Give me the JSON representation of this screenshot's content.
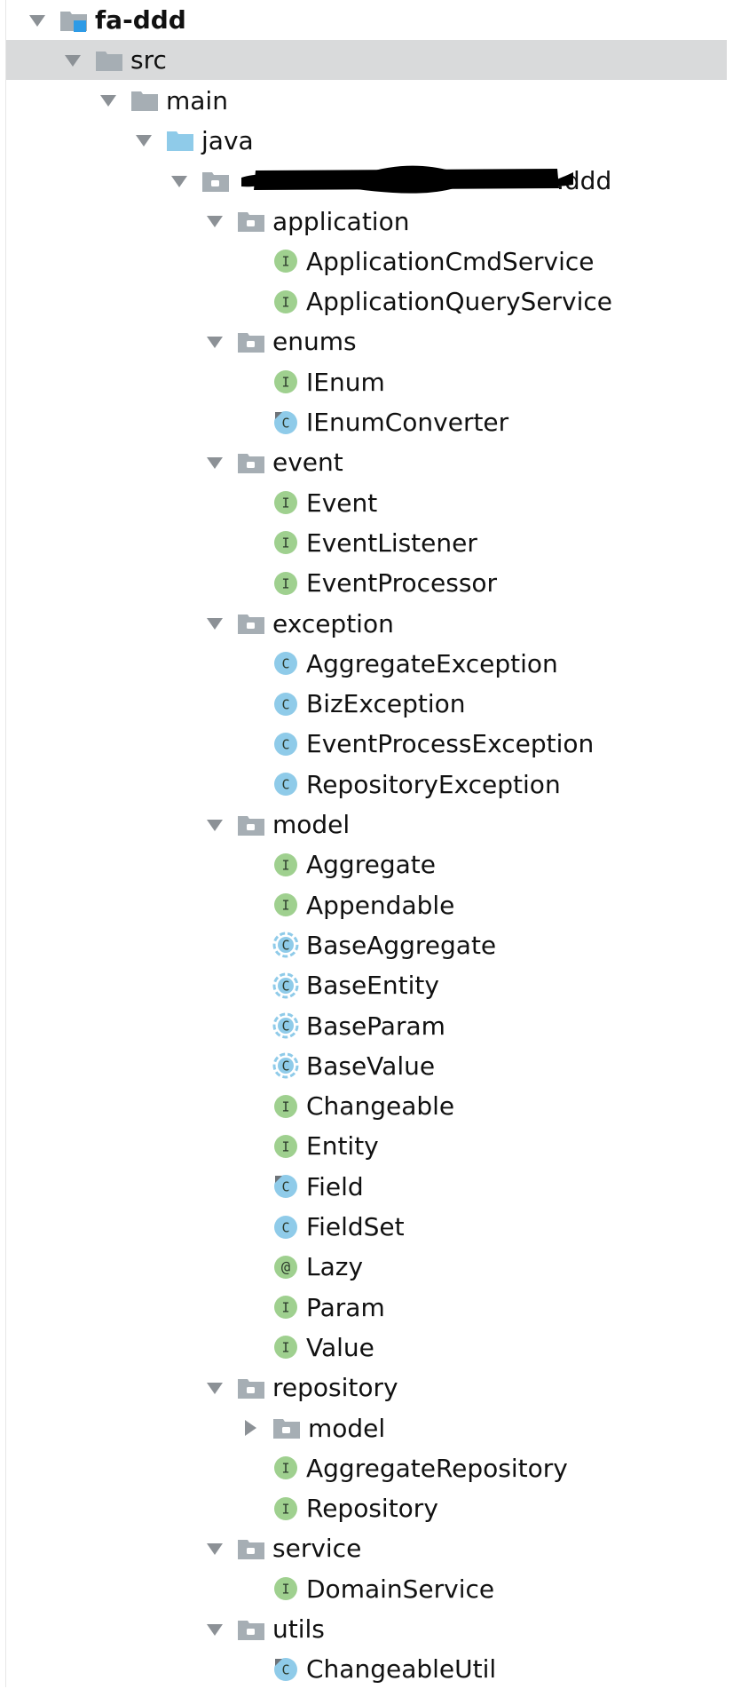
{
  "colors": {
    "selected_bg": "#d9dadb",
    "folder_gray": "#a6aeb4",
    "source_folder_blue": "#8fcbe9",
    "interface_green": "#9fd08f",
    "class_blue": "#8fcbe9",
    "module_square_blue": "#2e9be6",
    "arrow_gray": "#8c9196"
  },
  "tree": [
    {
      "label": "fa-ddd",
      "depth": 0,
      "kind": "module",
      "arrow": "down",
      "selected": false
    },
    {
      "label": "src",
      "depth": 1,
      "kind": "folder",
      "arrow": "down",
      "selected": true
    },
    {
      "label": "main",
      "depth": 2,
      "kind": "folder",
      "arrow": "down",
      "selected": false
    },
    {
      "label": "java",
      "depth": 3,
      "kind": "source-folder",
      "arrow": "down",
      "selected": false
    },
    {
      "label": ".ddd",
      "depth": 4,
      "kind": "package",
      "arrow": "down",
      "selected": false,
      "redacted": true
    },
    {
      "label": "application",
      "depth": 5,
      "kind": "package",
      "arrow": "down"
    },
    {
      "label": "ApplicationCmdService",
      "depth": 6,
      "kind": "interface"
    },
    {
      "label": "ApplicationQueryService",
      "depth": 6,
      "kind": "interface"
    },
    {
      "label": "enums",
      "depth": 5,
      "kind": "package",
      "arrow": "down"
    },
    {
      "label": "IEnum",
      "depth": 6,
      "kind": "interface"
    },
    {
      "label": "IEnumConverter",
      "depth": 6,
      "kind": "class-marked"
    },
    {
      "label": "event",
      "depth": 5,
      "kind": "package",
      "arrow": "down"
    },
    {
      "label": "Event",
      "depth": 6,
      "kind": "interface"
    },
    {
      "label": "EventListener",
      "depth": 6,
      "kind": "interface"
    },
    {
      "label": "EventProcessor",
      "depth": 6,
      "kind": "interface"
    },
    {
      "label": "exception",
      "depth": 5,
      "kind": "package",
      "arrow": "down"
    },
    {
      "label": "AggregateException",
      "depth": 6,
      "kind": "class"
    },
    {
      "label": "BizException",
      "depth": 6,
      "kind": "class"
    },
    {
      "label": "EventProcessException",
      "depth": 6,
      "kind": "class"
    },
    {
      "label": "RepositoryException",
      "depth": 6,
      "kind": "class"
    },
    {
      "label": "model",
      "depth": 5,
      "kind": "package",
      "arrow": "down"
    },
    {
      "label": "Aggregate",
      "depth": 6,
      "kind": "interface"
    },
    {
      "label": "Appendable",
      "depth": 6,
      "kind": "interface"
    },
    {
      "label": "BaseAggregate",
      "depth": 6,
      "kind": "abstract-class"
    },
    {
      "label": "BaseEntity",
      "depth": 6,
      "kind": "abstract-class"
    },
    {
      "label": "BaseParam",
      "depth": 6,
      "kind": "abstract-class"
    },
    {
      "label": "BaseValue",
      "depth": 6,
      "kind": "abstract-class"
    },
    {
      "label": "Changeable",
      "depth": 6,
      "kind": "interface"
    },
    {
      "label": "Entity",
      "depth": 6,
      "kind": "interface"
    },
    {
      "label": "Field",
      "depth": 6,
      "kind": "class-marked"
    },
    {
      "label": "FieldSet",
      "depth": 6,
      "kind": "class"
    },
    {
      "label": "Lazy",
      "depth": 6,
      "kind": "annotation"
    },
    {
      "label": "Param",
      "depth": 6,
      "kind": "interface"
    },
    {
      "label": "Value",
      "depth": 6,
      "kind": "interface"
    },
    {
      "label": "repository",
      "depth": 5,
      "kind": "package",
      "arrow": "down"
    },
    {
      "label": "model",
      "depth": 6,
      "kind": "package",
      "arrow": "right"
    },
    {
      "label": "AggregateRepository",
      "depth": 6,
      "kind": "interface"
    },
    {
      "label": "Repository",
      "depth": 6,
      "kind": "interface"
    },
    {
      "label": "service",
      "depth": 5,
      "kind": "package",
      "arrow": "down"
    },
    {
      "label": "DomainService",
      "depth": 6,
      "kind": "interface"
    },
    {
      "label": "utils",
      "depth": 5,
      "kind": "package",
      "arrow": "down"
    },
    {
      "label": "ChangeableUtil",
      "depth": 6,
      "kind": "class-marked"
    }
  ]
}
